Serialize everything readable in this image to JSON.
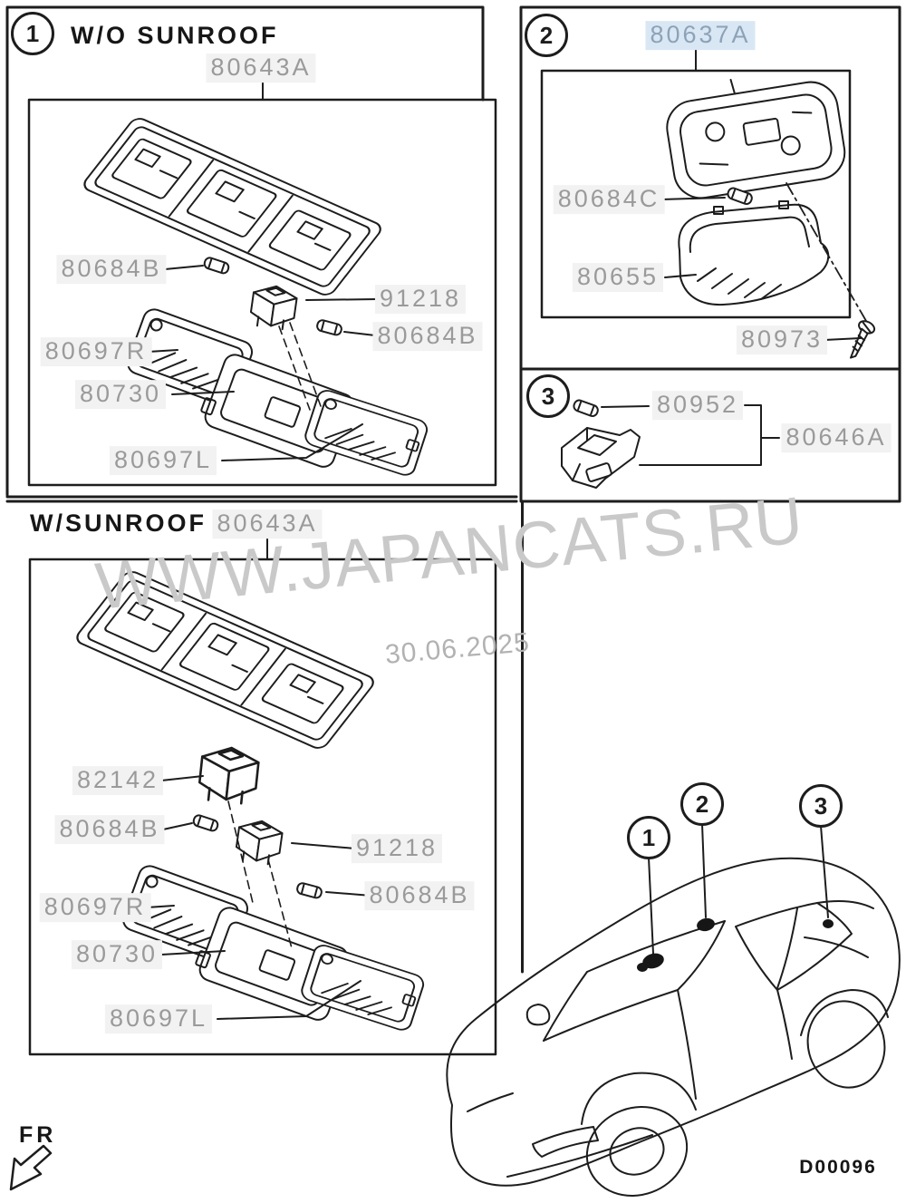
{
  "watermark": {
    "text": "WWW.JAPANCATS.RU",
    "date": "30.06.2025"
  },
  "footer": {
    "diagram_code": "D00096",
    "front_label": "FR"
  },
  "colors": {
    "label_gray": "#9a9a9a",
    "highlight_bg": "#d9e7f4",
    "highlight_text": "#8da2b8",
    "line_black": "#1d1d1d",
    "watermark_gray": "#c9c9c9"
  },
  "sections": {
    "s1": {
      "number": "1",
      "title": "W/O SUNROOF",
      "assembly": "80643A",
      "labels": {
        "bulb_top": "80684B",
        "switch": "91218",
        "bulb_mid": "80684B",
        "visor_right": "80697R",
        "frame": "80730",
        "visor_left": "80697L"
      }
    },
    "s2": {
      "number": "2",
      "assembly": "80637A",
      "labels": {
        "bulb": "80684C",
        "lens": "80655",
        "screw": "80973"
      }
    },
    "s3": {
      "number": "3",
      "labels": {
        "bulb": "80952",
        "assembly": "80646A"
      }
    },
    "s4": {
      "title": "W/SUNROOF",
      "assembly": "80643A",
      "labels": {
        "sunroof_switch": "82142",
        "bulb_top": "80684B",
        "switch": "91218",
        "visor_right": "80697R",
        "bulb_mid": "80684B",
        "frame": "80730",
        "visor_left": "80697L"
      }
    },
    "car": {
      "callout_1": "1",
      "callout_2": "2",
      "callout_3": "3"
    }
  }
}
